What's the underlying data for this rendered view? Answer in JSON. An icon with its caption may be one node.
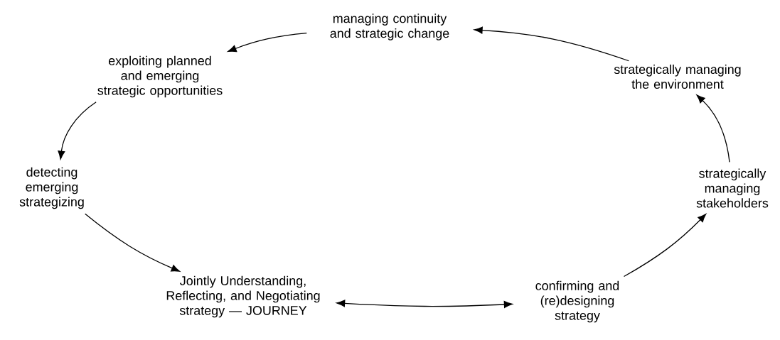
{
  "diagram": {
    "nodes": [
      {
        "text": [
          "managing continuity and strategic change"
        ]
      },
      {
        "text": [
          "exploiting planned and emerging strategic opportunities"
        ]
      },
      {
        "text": [
          "strategically managing the environment"
        ]
      },
      {
        "text": [
          "detecting emerging strategizing"
        ]
      },
      {
        "text": [
          "strategically managing stakeholders"
        ]
      },
      {
        "text": [
          "Jointly Understanding, Reflecting, and Negotiating strategy — JOURNEY"
        ]
      },
      {
        "text": [
          "confirming and (re)designing strategy"
        ]
      }
    ],
    "edges": [
      {
        "from": 0,
        "to": 1,
        "arrow": "to"
      },
      {
        "from": 1,
        "to": 3,
        "arrow": "to"
      },
      {
        "from": 3,
        "to": 5,
        "arrow": "to"
      },
      {
        "from": 5,
        "to": 6,
        "arrow": "both"
      },
      {
        "from": 6,
        "to": 4,
        "arrow": "to"
      },
      {
        "from": 4,
        "to": 2,
        "arrow": "to"
      },
      {
        "from": 2,
        "to": 0,
        "arrow": "to"
      }
    ]
  }
}
